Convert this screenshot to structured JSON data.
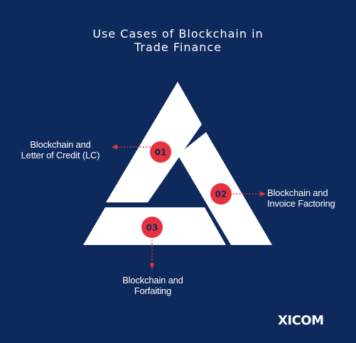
{
  "title": {
    "line1": "Use Cases of Blockchain in",
    "line2": "Trade Finance"
  },
  "items": [
    {
      "number": "01",
      "label_line1": "Blockchain and",
      "label_line2": "Letter of Credit (LC)"
    },
    {
      "number": "02",
      "label_line1": "Blockchain and",
      "label_line2": "Invoice Factoring"
    },
    {
      "number": "03",
      "label_line1": "Blockchain and",
      "label_line2": "Forfaiting"
    }
  ],
  "logo": "XICOM",
  "colors": {
    "background": "#0e2a5c",
    "triangle": "#ffffff",
    "badge": "#e5323e",
    "arrow": "#e5323e"
  }
}
